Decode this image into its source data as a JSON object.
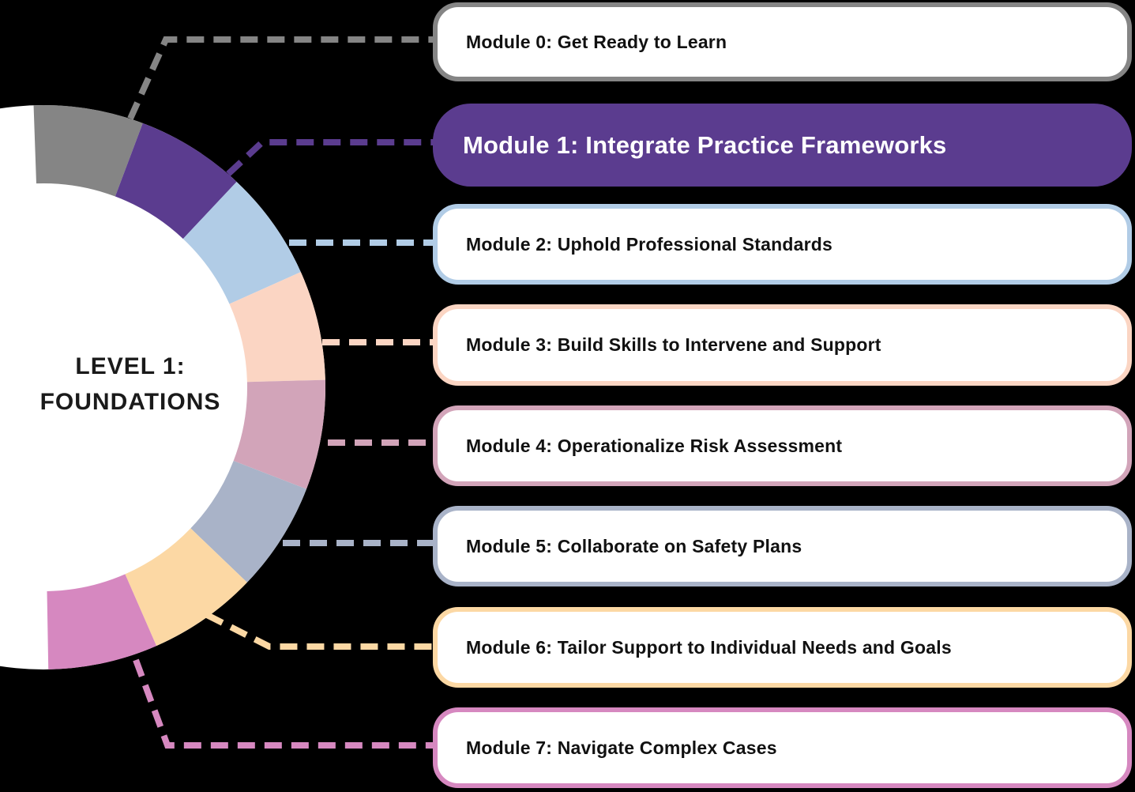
{
  "background_color": "#000000",
  "center_label": {
    "line1": "LEVEL 1:",
    "line2": "FOUNDATIONS",
    "text_color": "#1a1a1a"
  },
  "ring": {
    "fill_color": "#ffffff",
    "segment_count": 8
  },
  "modules": [
    {
      "label": "Module 0: Get Ready to Learn",
      "color": "#858585",
      "variant": "outline",
      "text_color": "#111111"
    },
    {
      "label": "Module 1: Integrate Practice Frameworks",
      "color": "#5b3c8f",
      "variant": "filled",
      "text_color": "#ffffff"
    },
    {
      "label": "Module 2: Uphold Professional Standards",
      "color": "#b1cce6",
      "variant": "outline",
      "text_color": "#111111"
    },
    {
      "label": "Module 3: Build Skills to Intervene and Support",
      "color": "#fbd5c3",
      "variant": "outline",
      "text_color": "#111111"
    },
    {
      "label": "Module 4: Operationalize Risk Assessment",
      "color": "#d2a4b9",
      "variant": "outline",
      "text_color": "#111111"
    },
    {
      "label": "Module 5: Collaborate on Safety Plans",
      "color": "#a9b3c8",
      "variant": "outline",
      "text_color": "#111111"
    },
    {
      "label": "Module 6: Tailor Support to Individual Needs and Goals",
      "color": "#fcd8a4",
      "variant": "outline",
      "text_color": "#111111"
    },
    {
      "label": "Module 7: Navigate Complex Cases",
      "color": "#d688c0",
      "variant": "outline",
      "text_color": "#111111"
    }
  ]
}
